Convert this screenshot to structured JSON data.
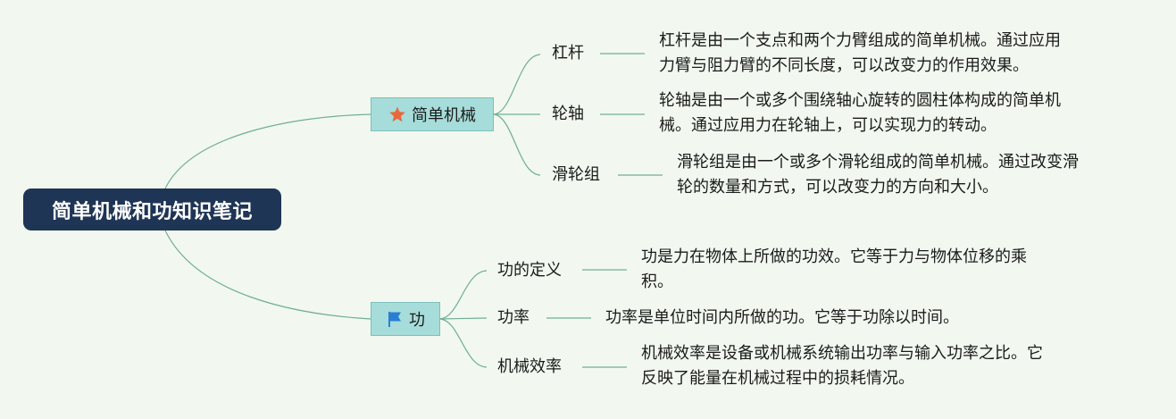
{
  "root": {
    "title": "简单机械和功知识笔记"
  },
  "branches": {
    "simple": {
      "label": "简单机械",
      "icon": "star-icon",
      "icon_color": "#e8683c",
      "leaves": [
        {
          "label": "杠杆",
          "desc_lines": [
            "杠杆是由一个支点和两个力臂组成的简单机械。通过应用",
            "力臂与阻力臂的不同长度，可以改变力的作用效果。"
          ]
        },
        {
          "label": "轮轴",
          "desc_lines": [
            "轮轴是由一个或多个围绕轴心旋转的圆柱体构成的简单机",
            "械。通过应用力在轮轴上，可以实现力的转动。"
          ]
        },
        {
          "label": "滑轮组",
          "desc_lines": [
            "滑轮组是由一个或多个滑轮组成的简单机械。通过改变滑",
            "轮的数量和方式，可以改变力的方向和大小。"
          ]
        }
      ]
    },
    "work": {
      "label": "功",
      "icon": "flag-icon",
      "icon_color": "#2a7fd4",
      "leaves": [
        {
          "label": "功的定义",
          "desc_lines": [
            "功是力在物体上所做的功效。它等于力与物体位移的乘",
            "积。"
          ]
        },
        {
          "label": "功率",
          "desc_lines": [
            "功率是单位时间内所做的功。它等于功除以时间。"
          ]
        },
        {
          "label": "机械效率",
          "desc_lines": [
            "机械效率是设备或机械系统输出功率与输入功率之比。它",
            "反映了能量在机械过程中的损耗情况。"
          ]
        }
      ]
    }
  },
  "colors": {
    "background": "#f2f8ef",
    "root_fill": "#1f3556",
    "branch_fill": "#a6dcd9",
    "connector": "#6fae97"
  }
}
